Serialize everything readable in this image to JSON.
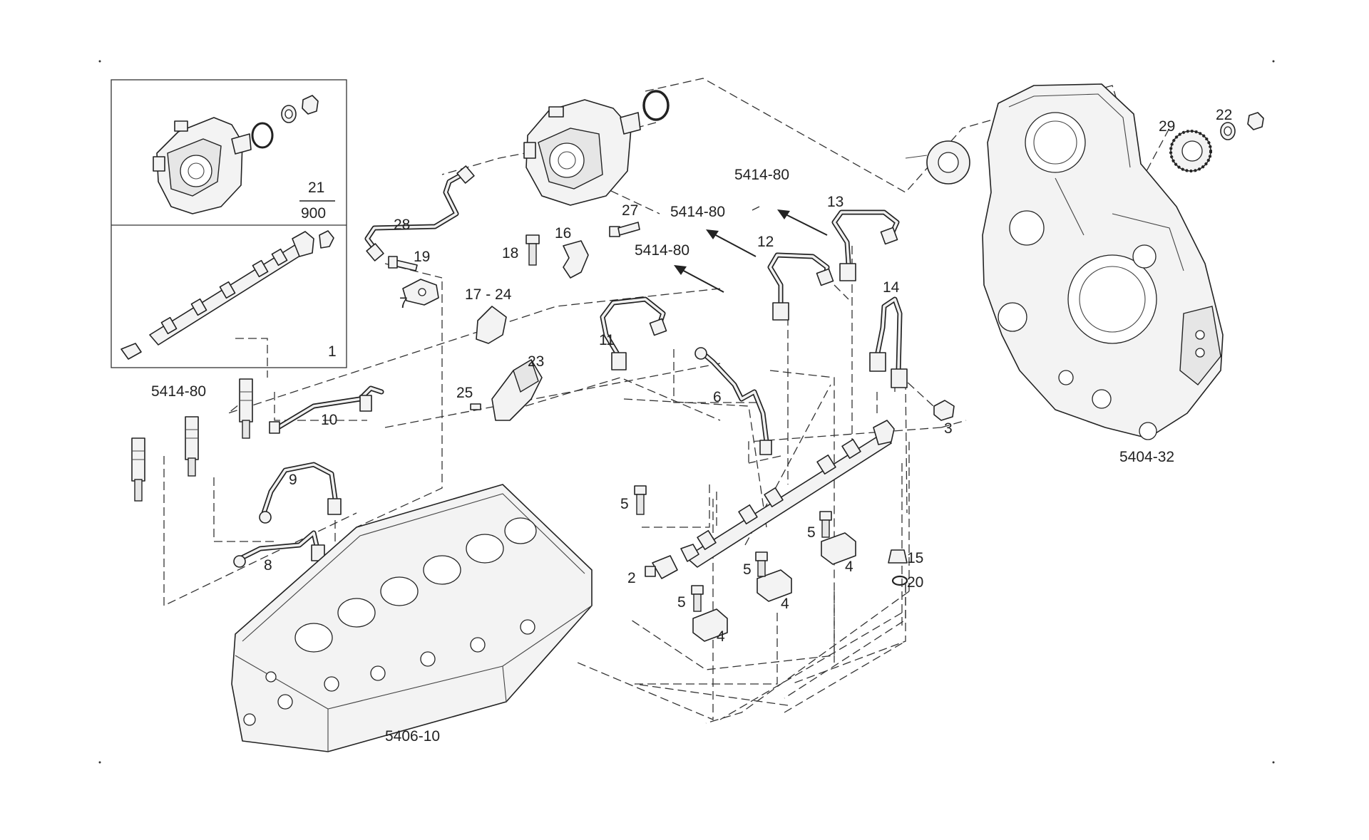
{
  "labels": {
    "p1": "1",
    "p2": "2",
    "p3": "3",
    "p4a": "4",
    "p4b": "4",
    "p4c": "4",
    "p5a": "5",
    "p5b": "5",
    "p5c": "5",
    "p5d": "5",
    "p6": "6",
    "p7": "7",
    "p8": "8",
    "p9": "9",
    "p10": "10",
    "p11": "11",
    "p12": "12",
    "p13": "13",
    "p14": "14",
    "p15": "15",
    "p16": "16",
    "p17_24": "17 - 24",
    "p18": "18",
    "p19": "19",
    "p20": "20",
    "p21": "21",
    "p21_sub": "900",
    "p22": "22",
    "p23": "23",
    "p25": "25",
    "p27": "27",
    "p28": "28",
    "p29": "29",
    "ref_injector": "5414-80",
    "ref_pipe_a": "5414-80",
    "ref_pipe_b": "5414-80",
    "ref_pipe_c": "5414-80",
    "ref_head": "5406-10",
    "ref_cover": "5404-32"
  },
  "colors": {
    "line": "#222222",
    "fill": "#f3f3f3",
    "background": "#ffffff"
  }
}
